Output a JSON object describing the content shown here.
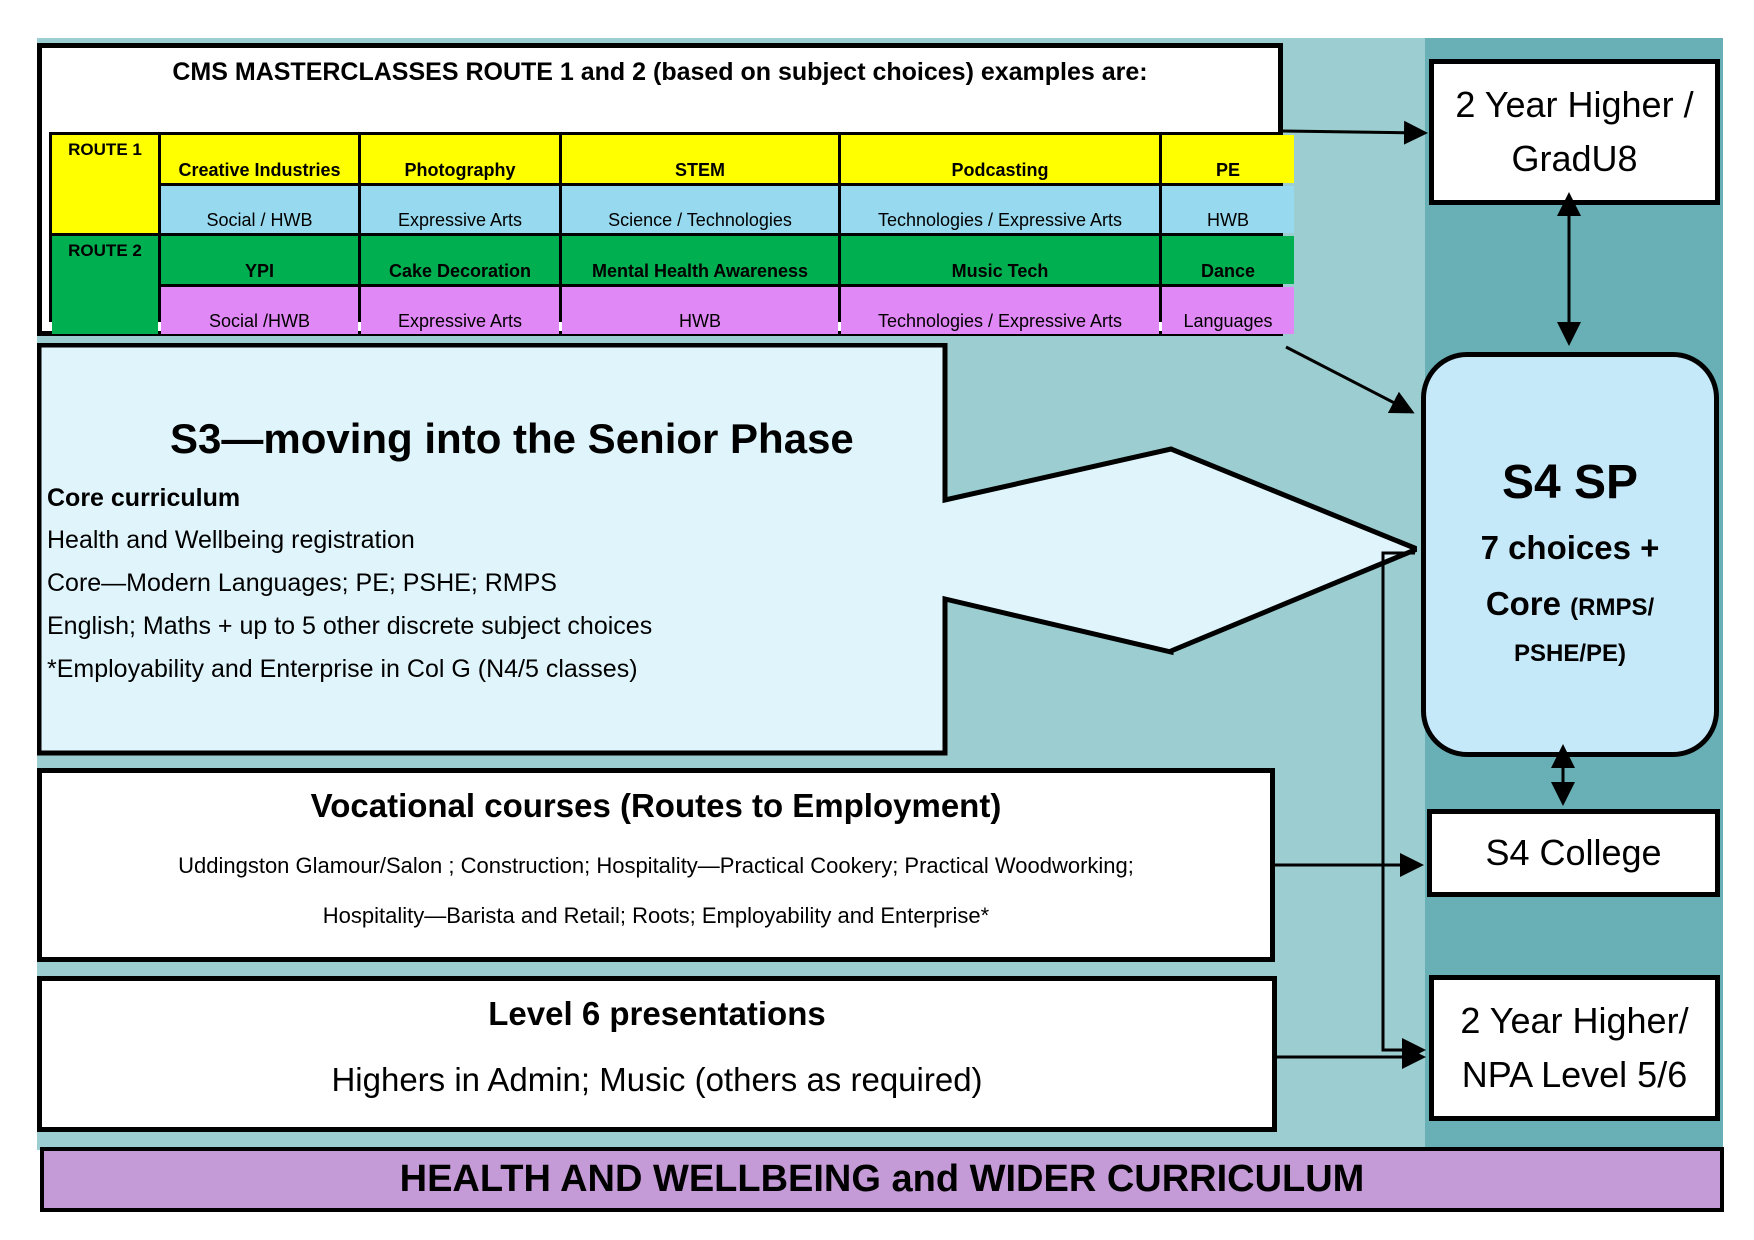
{
  "masterclasses": {
    "title": "CMS MASTERCLASSES ROUTE 1 and 2 (based on subject choices) examples are:",
    "route1": {
      "label": "ROUTE 1",
      "courses": [
        "Creative Industries",
        "Photography",
        "STEM",
        "Podcasting",
        "PE"
      ],
      "areas": [
        "Social / HWB",
        "Expressive Arts",
        "Science / Technologies",
        "Technologies / Expressive Arts",
        "HWB"
      ]
    },
    "route2": {
      "label": "ROUTE 2",
      "courses": [
        "YPI",
        "Cake Decoration",
        "Mental Health Awareness",
        "Music Tech",
        "Dance"
      ],
      "areas": [
        "Social /HWB",
        "Expressive Arts",
        "HWB",
        "Technologies / Expressive Arts",
        "Languages"
      ]
    }
  },
  "s3": {
    "title": "S3—moving into the Senior Phase",
    "core_title": "Core curriculum",
    "lines": [
      "Health and Wellbeing registration",
      "Core—Modern Languages; PE; PSHE; RMPS",
      "English; Maths + up to 5 other discrete subject choices",
      "*Employability and Enterprise in Col  G (N4/5 classes)"
    ]
  },
  "vocational": {
    "title": "Vocational courses (Routes to Employment)",
    "line1": "Uddingston Glamour/Salon ; Construction; Hospitality—Practical Cookery; Practical Woodworking;",
    "line2": "Hospitality—Barista and Retail; Roots; Employability and Enterprise*"
  },
  "level6": {
    "title": "Level 6 presentations",
    "line": "Highers in Admin; Music (others as required)"
  },
  "outcomes": {
    "gradu8": {
      "line1": "2 Year Higher  /",
      "line2": "GradU8"
    },
    "s4sp": {
      "title": "S4 SP",
      "choices": "7 choices +",
      "core_label": "Core",
      "core_detail": "(RMPS/",
      "core_detail2": "PSHE/PE)"
    },
    "college": "S4 College",
    "npa": {
      "line1": "2 Year Higher/",
      "line2": "NPA Level 5/6"
    }
  },
  "footer": "HEALTH AND WELLBEING and WIDER CURRICULUM",
  "colors": {
    "left_background": "#9ccdd0",
    "right_background": "#68b0b5",
    "route1_course": "#ffff00",
    "route1_area": "#97d9ee",
    "route2_course": "#00b050",
    "route2_area": "#e088f5",
    "s3_arrow_fill": "#e0f4fb",
    "s4sp_fill": "#c6e9f9",
    "footer_fill": "#c49bd6"
  }
}
